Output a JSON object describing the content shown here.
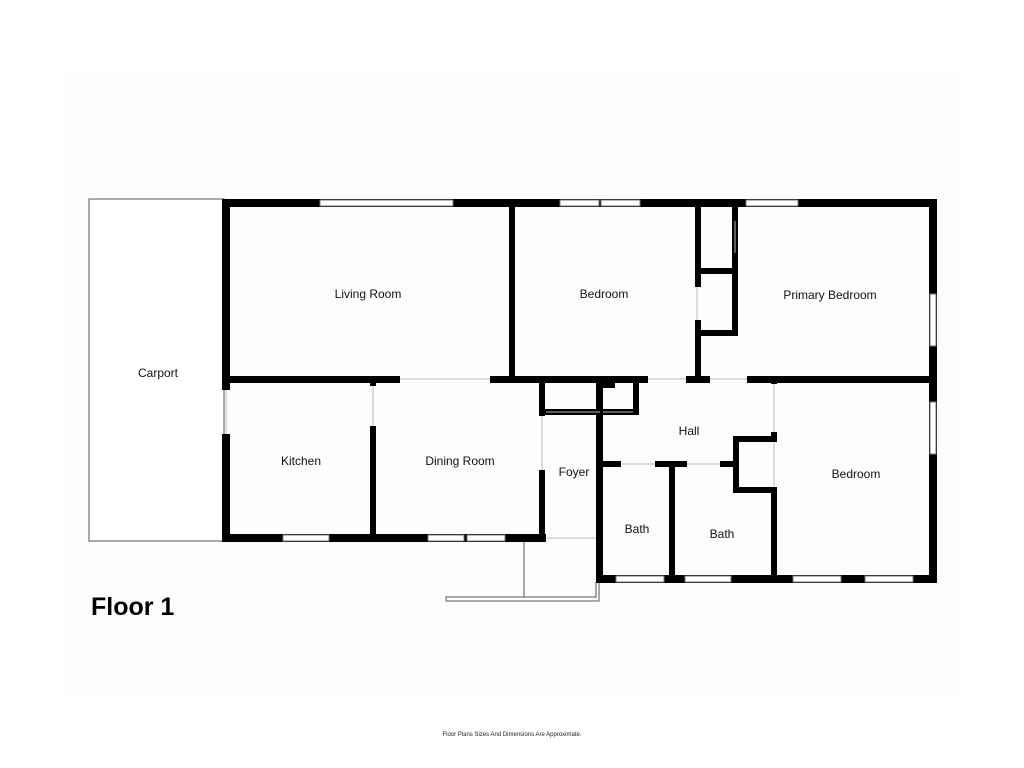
{
  "floor_title": "Floor 1",
  "disclaimer": "Floor Plans Sizes And Dimensions Are Approximate.",
  "rooms": {
    "carport": "Carport",
    "living_room": "Living Room",
    "bedroom_front": "Bedroom",
    "primary_bedroom": "Primary Bedroom",
    "kitchen": "Kitchen",
    "dining_room": "Dining Room",
    "foyer": "Foyer",
    "hall": "Hall",
    "bath_1": "Bath",
    "bath_2": "Bath",
    "bedroom_rear": "Bedroom"
  }
}
